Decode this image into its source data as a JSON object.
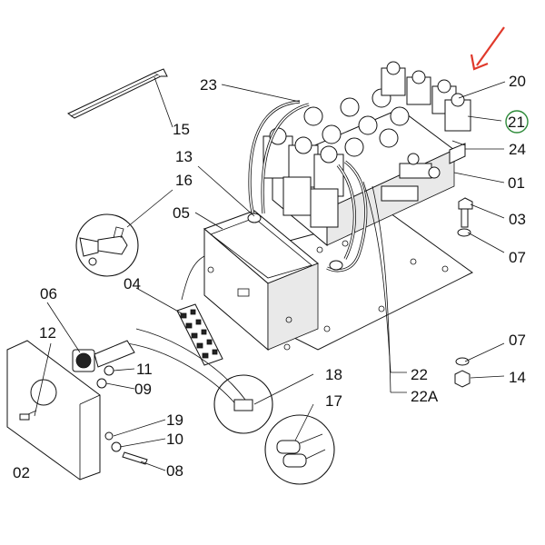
{
  "callouts": {
    "c01": "01",
    "c02": "02",
    "c03": "03",
    "c04": "04",
    "c05": "05",
    "c06": "06",
    "c07a": "07",
    "c07b": "07",
    "c08": "08",
    "c09": "09",
    "c10": "10",
    "c11": "11",
    "c12": "12",
    "c13": "13",
    "c14": "14",
    "c15": "15",
    "c16": "16",
    "c17": "17",
    "c18": "18",
    "c19": "19",
    "c20": "20",
    "c21": "21",
    "c22": "22",
    "c22a": "22A",
    "c23": "23",
    "c24": "24"
  },
  "highlight": {
    "callout": "21",
    "circle_color": "#2e8b3a",
    "arrow_color": "#e0392b"
  }
}
